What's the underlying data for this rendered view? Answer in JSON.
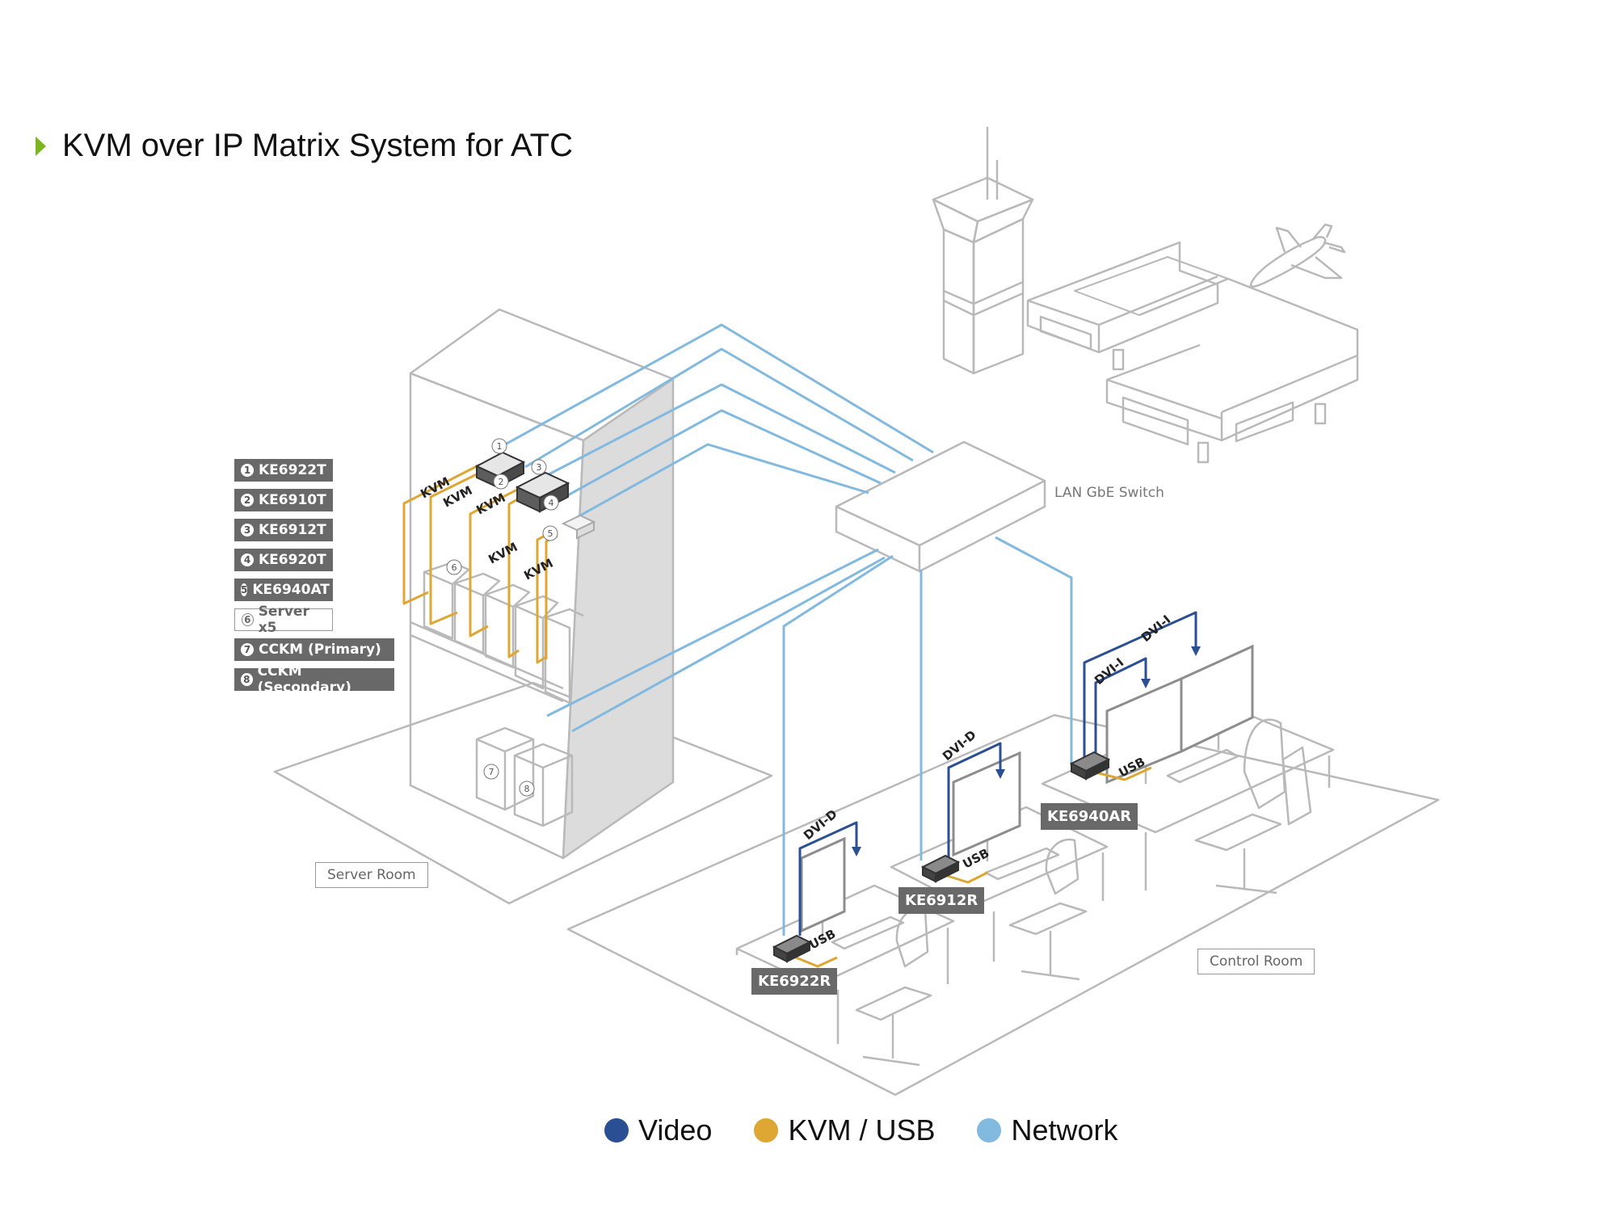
{
  "title": "KVM over IP Matrix System for ATC",
  "colors": {
    "video": "#2a4f93",
    "kvm_usb": "#dea734",
    "network": "#82b9df",
    "accent": "#7ab51d",
    "line": "#b9b9b9"
  },
  "legend": [
    {
      "label": "Video",
      "color": "#2a4f93"
    },
    {
      "label": "KVM / USB",
      "color": "#dea734"
    },
    {
      "label": "Network",
      "color": "#82b9df"
    }
  ],
  "device_key": [
    {
      "num": "1",
      "label": "KE6922T"
    },
    {
      "num": "2",
      "label": "KE6910T"
    },
    {
      "num": "3",
      "label": "KE6912T"
    },
    {
      "num": "4",
      "label": "KE6920T"
    },
    {
      "num": "5",
      "label": "KE6940AT"
    },
    {
      "num": "6",
      "label": "Server x5",
      "outline": true
    },
    {
      "num": "7",
      "label": "CCKM (Primary)"
    },
    {
      "num": "8",
      "label": "CCKM (Secondary)"
    }
  ],
  "rooms": {
    "server_room": "Server Room",
    "control_room": "Control Room"
  },
  "switch_label": "LAN GbE Switch",
  "receivers": {
    "r1": "KE6922R",
    "r2": "KE6912R",
    "r3": "KE6940AR"
  },
  "cable_labels": {
    "kvm": "KVM",
    "dvi_d": "DVI-D",
    "dvi_i": "DVI-I",
    "usb": "USB"
  },
  "badges": {
    "b1": "1",
    "b2": "2",
    "b3": "3",
    "b4": "4",
    "b5": "5",
    "b6": "6",
    "b7": "7",
    "b8": "8"
  }
}
